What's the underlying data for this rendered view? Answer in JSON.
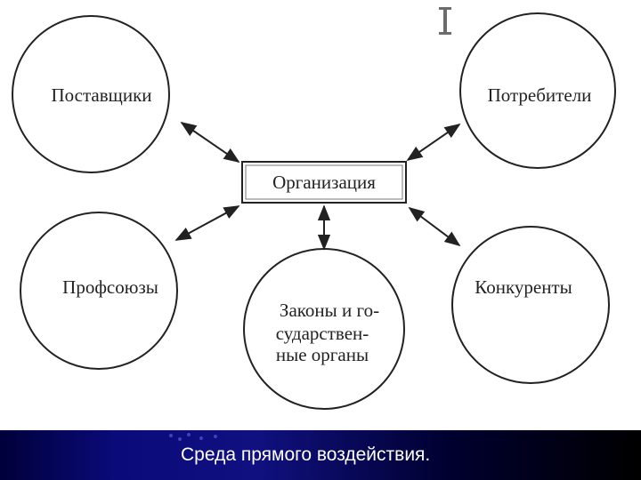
{
  "diagram": {
    "center": "Организация",
    "nodes": {
      "suppliers": "Поставщики",
      "consumers": "Потребители",
      "unions": "Профсоюзы",
      "competitors": "Конкуренты",
      "laws": [
        "Законы и го-",
        "сударствен-",
        "ные органы"
      ]
    }
  },
  "footer": {
    "title": "Среда прямого воздействия."
  }
}
